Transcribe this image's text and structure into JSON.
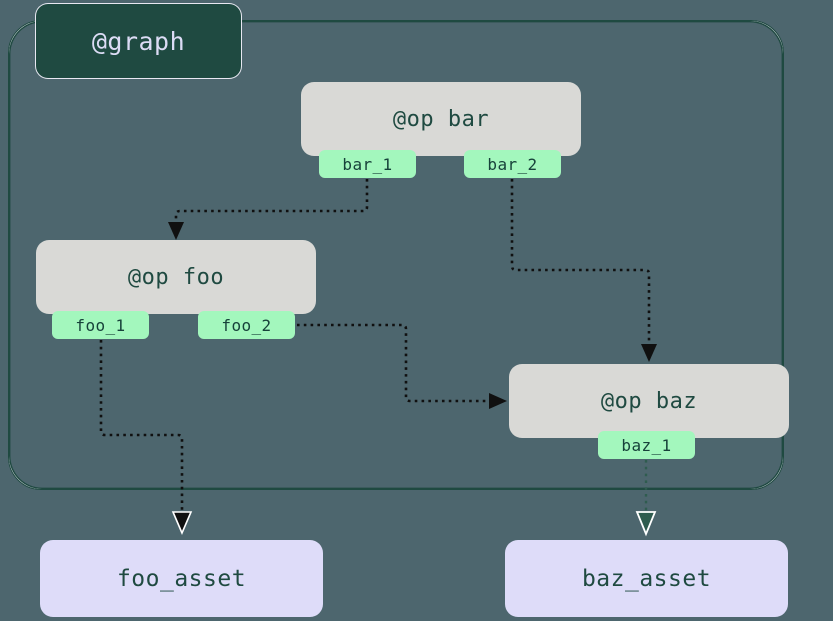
{
  "diagram": {
    "type": "dagster-op-graph",
    "background_color": "#4d666e",
    "cluster": {
      "label": "@graph",
      "label_bg": "#1f4a41",
      "label_text_color": "#dcdcf5",
      "border_color": "#f2f2f7"
    },
    "op_nodes": [
      {
        "id": "op-bar",
        "label": "@op bar",
        "bg": "#d9d9d6",
        "text_color": "#1f4a41",
        "ports": [
          {
            "id": "port-bar-1",
            "label": "bar_1",
            "bg": "#a3f7bd"
          },
          {
            "id": "port-bar-2",
            "label": "bar_2",
            "bg": "#a3f7bd"
          }
        ]
      },
      {
        "id": "op-foo",
        "label": "@op foo",
        "bg": "#d9d9d6",
        "text_color": "#1f4a41",
        "ports": [
          {
            "id": "port-foo-1",
            "label": "foo_1",
            "bg": "#a3f7bd"
          },
          {
            "id": "port-foo-2",
            "label": "foo_2",
            "bg": "#a3f7bd"
          }
        ]
      },
      {
        "id": "op-baz",
        "label": "@op baz",
        "bg": "#d9d9d6",
        "text_color": "#1f4a41",
        "ports": [
          {
            "id": "port-baz-1",
            "label": "baz_1",
            "bg": "#a3f7bd"
          }
        ]
      }
    ],
    "asset_nodes": [
      {
        "id": "asset-foo",
        "label": "foo_asset",
        "bg": "#dedcf9",
        "text_color": "#1f4a41"
      },
      {
        "id": "asset-baz",
        "label": "baz_asset",
        "bg": "#dedcf9",
        "text_color": "#1f4a41"
      }
    ],
    "edges": [
      {
        "from": "bar_1",
        "to": "@op foo",
        "style": "dotted",
        "color": "#101010",
        "arrow": "filled"
      },
      {
        "from": "bar_2",
        "to": "@op baz",
        "style": "dotted",
        "color": "#101010",
        "arrow": "filled"
      },
      {
        "from": "foo_2",
        "to": "@op baz",
        "style": "dotted",
        "color": "#101010",
        "arrow": "filled"
      },
      {
        "from": "foo_1",
        "to": "foo_asset",
        "style": "dotted",
        "color": "#101010",
        "arrow": "hollow"
      },
      {
        "from": "baz_1",
        "to": "baz_asset",
        "style": "dotted",
        "color": "#2f5c4f",
        "arrow": "hollow"
      }
    ]
  }
}
